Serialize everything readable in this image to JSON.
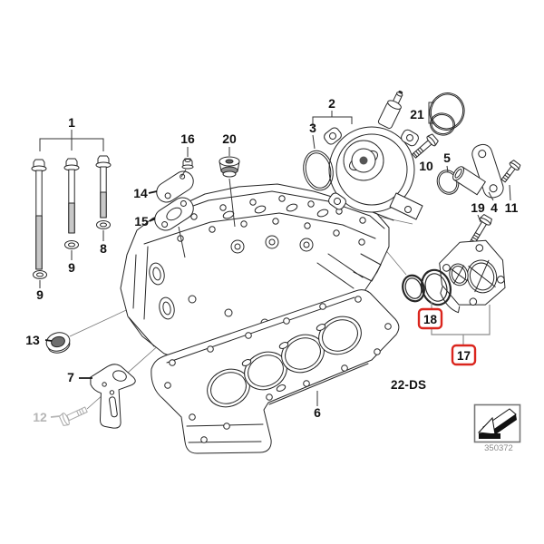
{
  "diagram": {
    "drawing_code": "22-DS",
    "sheet_number": "350372",
    "callouts": {
      "n1": "1",
      "n2": "2",
      "n3": "3",
      "n4": "4",
      "n5": "5",
      "n6": "6",
      "n7": "7",
      "n8": "8",
      "n9a": "9",
      "n9b": "9",
      "n10": "10",
      "n11": "11",
      "n12": "12",
      "n13": "13",
      "n14": "14",
      "n15": "15",
      "n16": "16",
      "n17": "17",
      "n18": "18",
      "n19": "19",
      "n20": "20",
      "n21": "21"
    },
    "highlighted_callouts": [
      "17",
      "18"
    ],
    "muted_callouts": [
      "12"
    ],
    "colors": {
      "highlight_box": "#da251d",
      "muted_gray": "#b5b5b5",
      "line_black": "#1f1f1f"
    },
    "icons": {
      "direction_arrow": "fold-arrow-down-left-icon"
    }
  }
}
